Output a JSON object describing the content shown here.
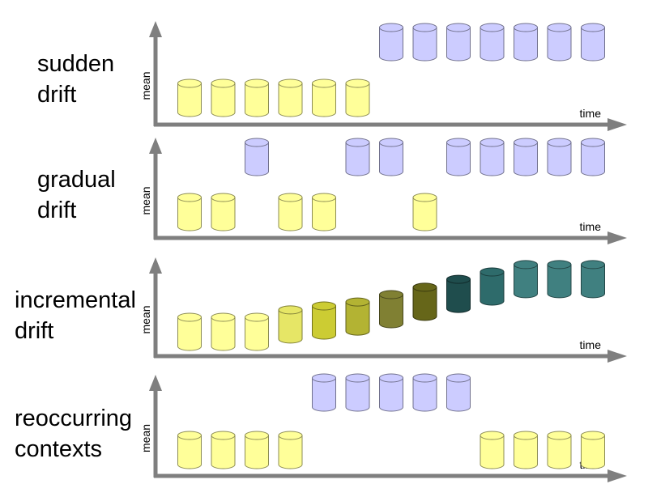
{
  "colors": {
    "axis": "#7f7f7f",
    "old_concept": "#ffff99",
    "new_concept": "#ccccff",
    "incremental": [
      "#ffff99",
      "#ffff99",
      "#ffff99",
      "#e6e666",
      "#cccc33",
      "#b3b333",
      "#808033",
      "#666619",
      "#1f4d4d",
      "#2e6b6b",
      "#408080",
      "#408080",
      "#408080"
    ]
  },
  "axis_labels": {
    "x": "time",
    "y": "mean"
  },
  "panels": [
    {
      "title": [
        "sudden",
        "drift"
      ],
      "blocks": [
        "old",
        "old",
        "old",
        "old",
        "old",
        "old",
        "new",
        "new",
        "new",
        "new",
        "new",
        "new",
        "new"
      ],
      "levels": [
        0,
        0,
        0,
        0,
        0,
        0,
        1,
        1,
        1,
        1,
        1,
        1,
        1
      ]
    },
    {
      "title": [
        "gradual",
        "drift"
      ],
      "blocks": [
        "old",
        "old",
        "new",
        "old",
        "old",
        "new",
        "new",
        "old",
        "new",
        "new",
        "new",
        "new",
        "new"
      ],
      "levels": [
        0,
        0,
        1,
        0,
        0,
        1,
        1,
        0,
        1,
        1,
        1,
        1,
        1
      ]
    },
    {
      "title": [
        "incremental",
        "drift"
      ],
      "blocks": [
        "c0",
        "c1",
        "c2",
        "c3",
        "c4",
        "c5",
        "c6",
        "c7",
        "c8",
        "c9",
        "c10",
        "c11",
        "c12"
      ],
      "levels": [
        0,
        0,
        0,
        0.13,
        0.2,
        0.27,
        0.4,
        0.53,
        0.67,
        0.8,
        0.93,
        0.93,
        0.93
      ]
    },
    {
      "title": [
        "reoccurring",
        "contexts"
      ],
      "blocks": [
        "old",
        "old",
        "old",
        "old",
        "new",
        "new",
        "new",
        "new",
        "new",
        "old",
        "old",
        "old",
        "old"
      ],
      "levels": [
        0,
        0,
        0,
        0,
        1,
        1,
        1,
        1,
        1,
        0,
        0,
        0,
        0
      ]
    }
  ]
}
